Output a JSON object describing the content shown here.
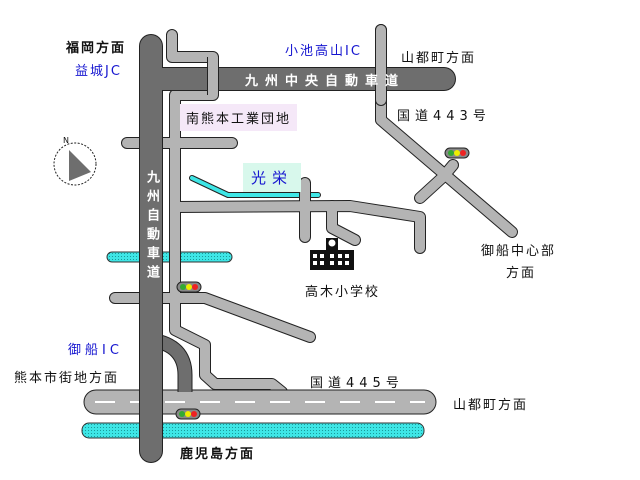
{
  "map": {
    "directions": {
      "fukuoka": "福岡方面",
      "yamato_top": "山都町方面",
      "mifune_center_1": "御船中心部",
      "mifune_center_2": "方面",
      "kumamoto_city": "熊本市街地方面",
      "yamato_bottom": "山都町方面",
      "kagoshima": "鹿児島方面"
    },
    "interchanges": {
      "mashiki_jc": "益城JC",
      "koike_takayama_ic": "小池高山IC",
      "mifune_ic": "御船IC"
    },
    "roads": {
      "kyushu_chuo_expressway": "九州中央自動車道",
      "kyushu_expressway": "九州自動車道",
      "route_443": "国道443号",
      "route_445": "国道445号"
    },
    "places": {
      "industrial_park": "南熊本工業団地",
      "koei": "光栄",
      "takagi_school": "高木小学校"
    },
    "colors": {
      "expressway": "#6e6e6e",
      "road": "#b4b4b4",
      "river": "#3ee6e6",
      "industrial_bg": "#f5e8f8",
      "koei_bg": "#d8f8ec",
      "label_blue": "#1515d0"
    }
  }
}
